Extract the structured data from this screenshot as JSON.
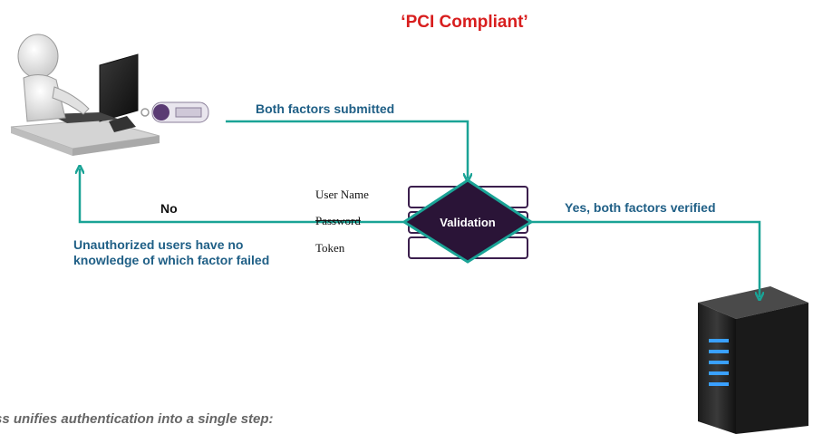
{
  "title": "‘PCI Compliant’",
  "flow": {
    "submitted_label": "Both factors submitted",
    "no_label": "No",
    "yes_label": "Yes, both factors verified",
    "unauthorized_note_line1": "Unauthorized users have no",
    "unauthorized_note_line2": "knowledge of which factor failed"
  },
  "fields": {
    "user_name": "User Name",
    "password": "Password",
    "token": "Token"
  },
  "validation": {
    "label": "Validation"
  },
  "footer": {
    "text": "ss unifies authentication into a single step:"
  },
  "colors": {
    "title_red": "#d81e1e",
    "arrow_teal": "#1aa396",
    "label_blue": "#1f5f86",
    "diamond_fill": "#2a1437",
    "field_border": "#3b1f4d"
  },
  "icons": {
    "user": "user-at-computer-icon",
    "token": "security-token-icon",
    "server": "server-icon"
  }
}
